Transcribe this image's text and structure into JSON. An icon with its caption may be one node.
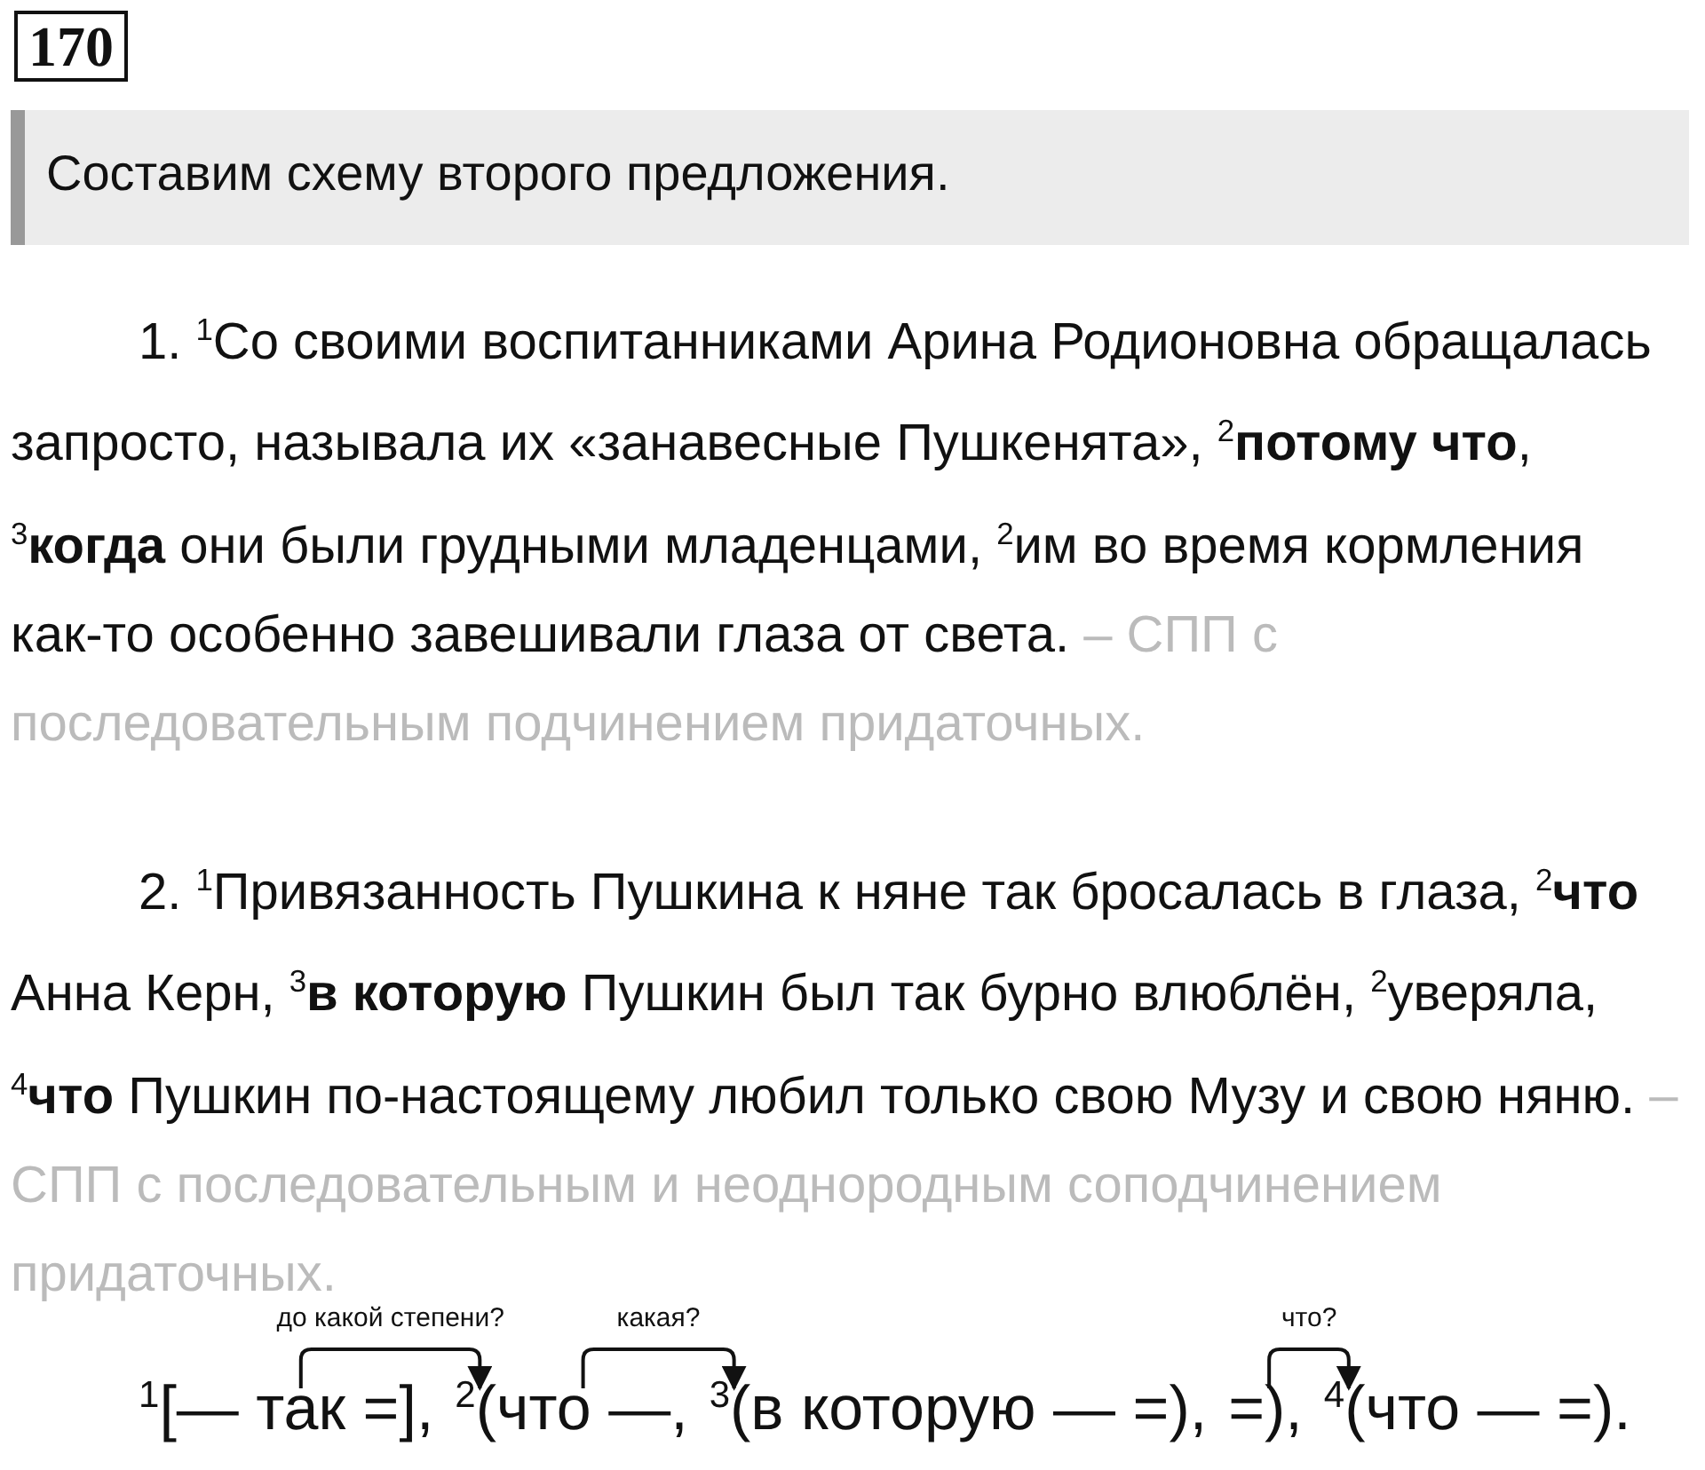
{
  "diagram": {
    "title": "170",
    "nodes": [
      {
        "text": [
          "$^{1}$[— так =],"
        ]
      },
      {
        "text": [
          "$^{2}$(что —,"
        ]
      },
      {
        "text": [
          "$^{3}$(в которую — =),"
        ]
      },
      {
        "text": [
          "=),"
        ]
      },
      {
        "text": [
          "$^{4}$(что — =)."
        ]
      }
    ],
    "edges": [
      {
        "from": 0,
        "to": 1,
        "arrow": "to",
        "label": "до какой степени?"
      },
      {
        "from": 1,
        "to": 2,
        "arrow": "to",
        "label": "какая?"
      },
      {
        "from": 3,
        "to": 4,
        "arrow": "to",
        "label": "что?"
      }
    ],
    "labels": [
      "Составим схему второго предложения.",
      "1. $^{1}$Со своими воспитанниками Арина Родионовна обращалась запросто, называла их «занавесные Пушкенята», $^{2}$**потому что**, $^{3}$**когда** они были грудными младенцами, $^{2}$им во время кормления как-то особенно завешивали глаза от света.",
      "– СПП с последовательным подчинением придаточных.",
      "2. $^{1}$Привязанность Пушкина к няне так бросалась в глаза, $^{2}$**что** Анна Керн, $^{3}$**в которую** Пушкин был так бурно влюблён, $^{2}$уверяла, $^{4}$**что** Пушкин по-настоящему любил только свою Музу и свою няню.",
      "– СПП с последовательным и неоднородным соподчинением придаточных."
    ]
  }
}
